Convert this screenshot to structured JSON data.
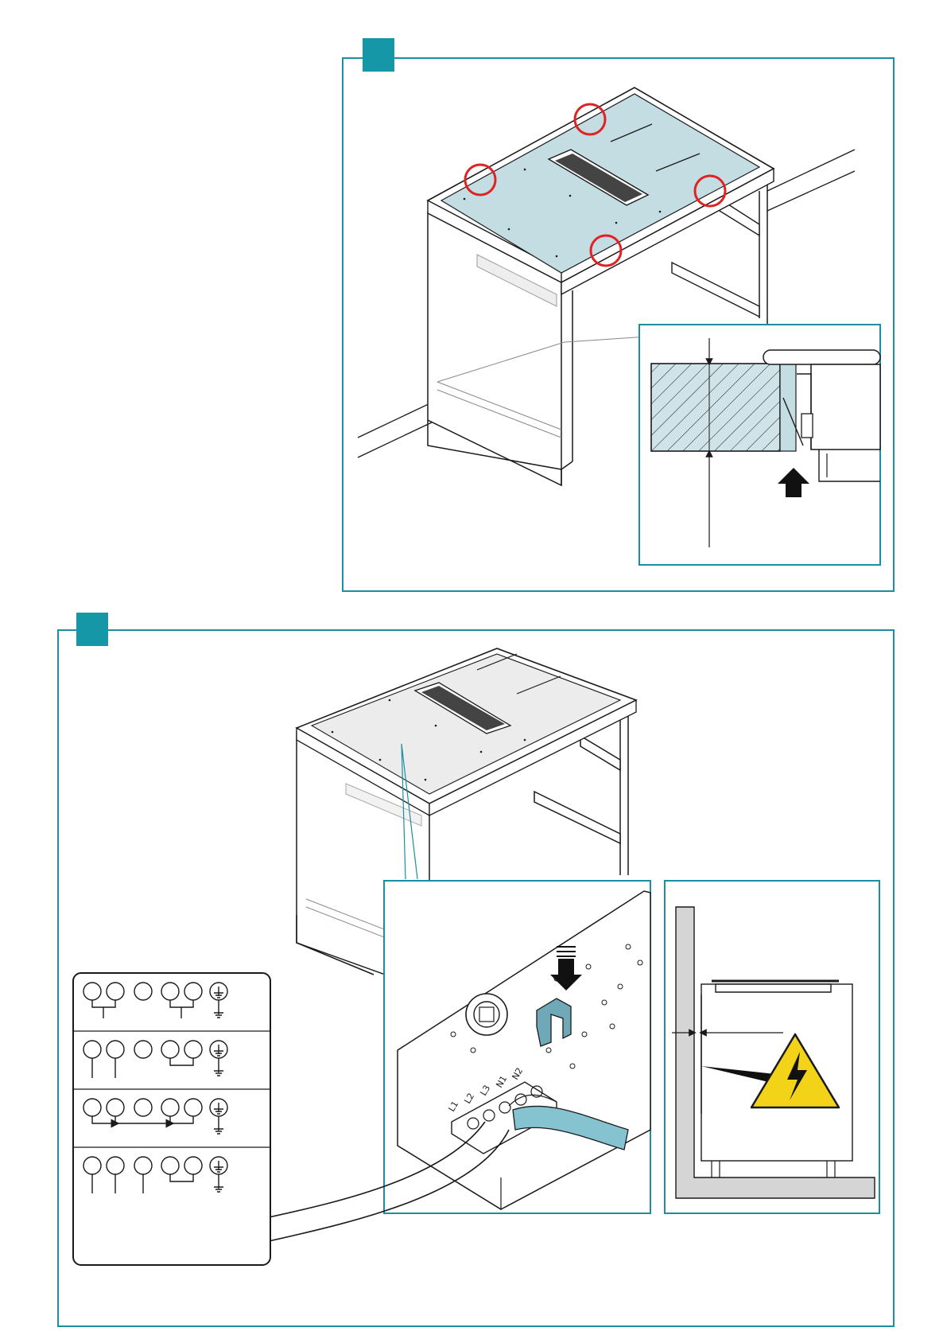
{
  "colors": {
    "frame": "#1b8fa1",
    "step_badge": "#1597a8",
    "hob_glass": "#c3dde3",
    "hob_glass_light": "#ececec",
    "cable": "#86c3d0",
    "clip": "#6fa9b8",
    "marker": "#e02222",
    "wall": "#d5d5d5",
    "warning": "#f2d318",
    "line": "#1a1a1a"
  },
  "steps": [
    {
      "id": "step-1",
      "number": ""
    },
    {
      "id": "step-2",
      "number": ""
    }
  ],
  "terminal_labels": [
    "L1",
    "L2",
    "L3",
    "N1",
    "N2"
  ],
  "icons": {
    "arrow_up": "up-arrow-icon",
    "arrow_down": "down-arrow-icon",
    "warning": "high-voltage-warning-icon",
    "ground": "ground-icon"
  },
  "wiring_options": [
    {
      "id": "wiring-1",
      "terminals": 5
    },
    {
      "id": "wiring-2",
      "terminals": 5
    },
    {
      "id": "wiring-3",
      "terminals": 5
    },
    {
      "id": "wiring-4",
      "terminals": 5
    }
  ]
}
